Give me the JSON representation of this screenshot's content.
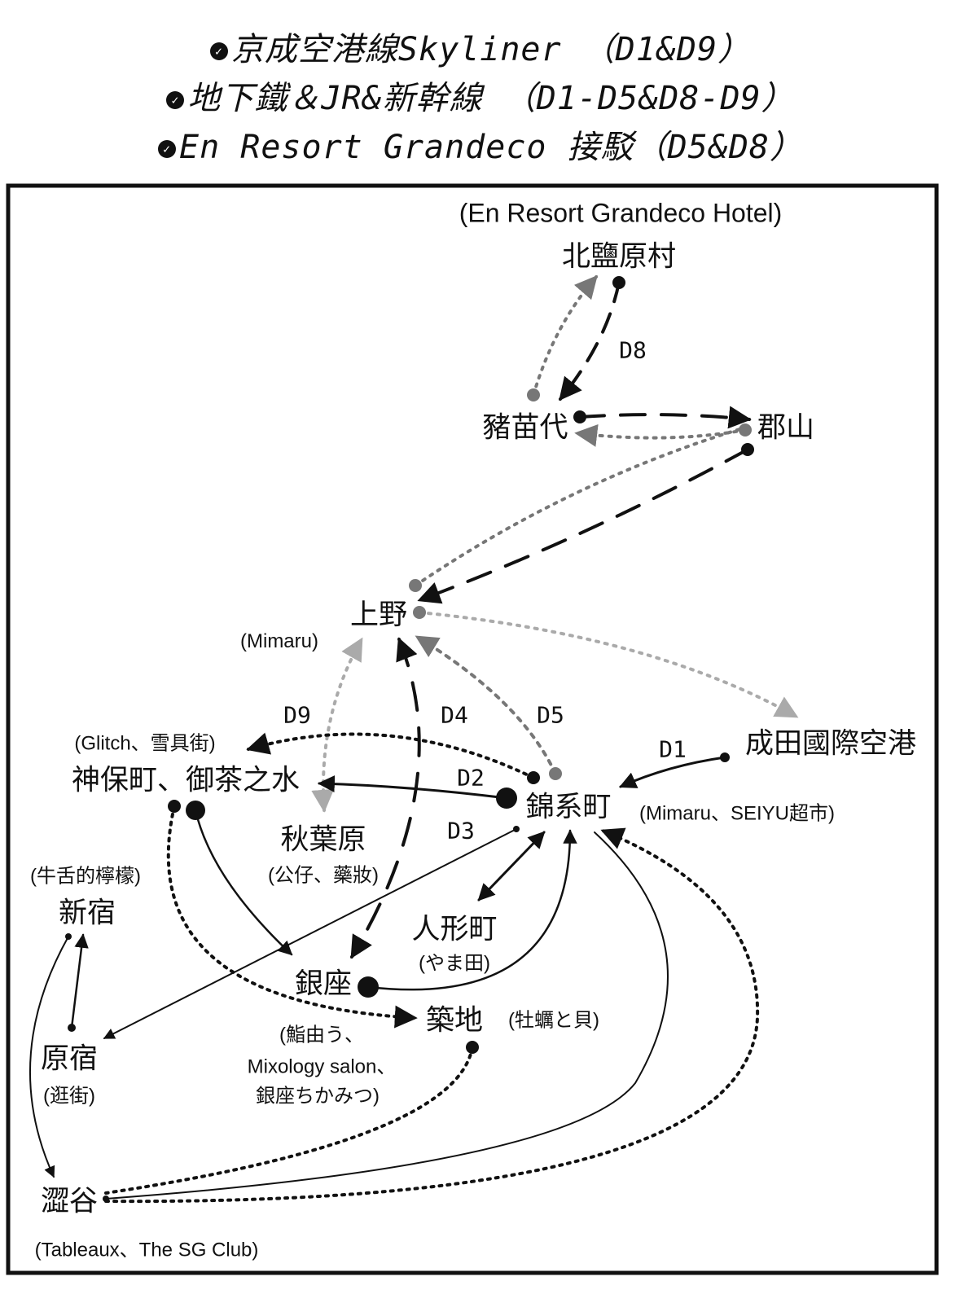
{
  "legend": [
    {
      "icon": "check-circle-icon",
      "text": "京成空港線Skyliner （D1&D9）"
    },
    {
      "icon": "check-circle-icon",
      "text": "地下鐵＆JR&新幹線 （D1-D5&D8-D9）"
    },
    {
      "icon": "check-circle-icon",
      "text": "En Resort Grandeco 接駁（D5&D8）"
    }
  ],
  "check_mark": "✓",
  "places": {
    "hotel_note": "(En Resort Grandeco Hotel)",
    "kitashiobara": "北鹽原村",
    "inawashiro": "豬苗代",
    "koriyama": "郡山",
    "ueno": "上野",
    "ueno_note": "(Mimaru)",
    "narita": "成田國際空港",
    "jimbocho": "神保町、御茶之水",
    "jimbocho_note": "(Glitch、雪具街)",
    "kinshicho": "錦系町",
    "kinshicho_note": "(Mimaru、SEIYU超市)",
    "akihabara": "秋葉原",
    "akihabara_note": "(公仔、藥妝)",
    "shinjuku": "新宿",
    "shinjuku_note": "(牛舌的檸檬)",
    "ningyocho": "人形町",
    "ningyocho_note": "(やま田)",
    "ginza": "銀座",
    "ginza_note": [
      "(鮨由う、",
      "Mixology salon、",
      "銀座ちかみつ)"
    ],
    "tsukiji": "築地",
    "tsukiji_note": "(牡蠣と貝)",
    "harajuku": "原宿",
    "harajuku_note": "(逛街)",
    "shibuya": "澀谷",
    "shibuya_note": "(Tableaux、The SG Club)"
  },
  "days": {
    "d1": "D1",
    "d2": "D2",
    "d3": "D3",
    "d4": "D4",
    "d5": "D5",
    "d8": "D8",
    "d9": "D9"
  },
  "colors": {
    "ink": "#111111",
    "grey": "#777777",
    "light_grey": "#aaaaaa"
  }
}
